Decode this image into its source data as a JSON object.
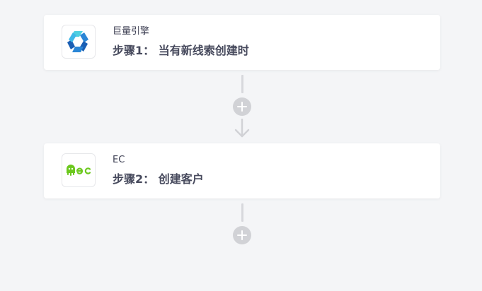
{
  "steps": [
    {
      "app_name": "巨量引擎",
      "title": "步骤1： 当有新线索创建时",
      "icon": "juliang-engine-logo-icon"
    },
    {
      "app_name": "EC",
      "title": "步骤2： 创建客户",
      "icon": "ec-logo-icon"
    }
  ],
  "colors": {
    "background": "#f4f5f7",
    "card": "#ffffff",
    "connector": "#d7d8dc",
    "add_button": "#d1d2d6",
    "ec_green": "#6cc81e",
    "juliang_dark_blue": "#1a5fb4",
    "juliang_light_blue": "#4fd0e0"
  }
}
